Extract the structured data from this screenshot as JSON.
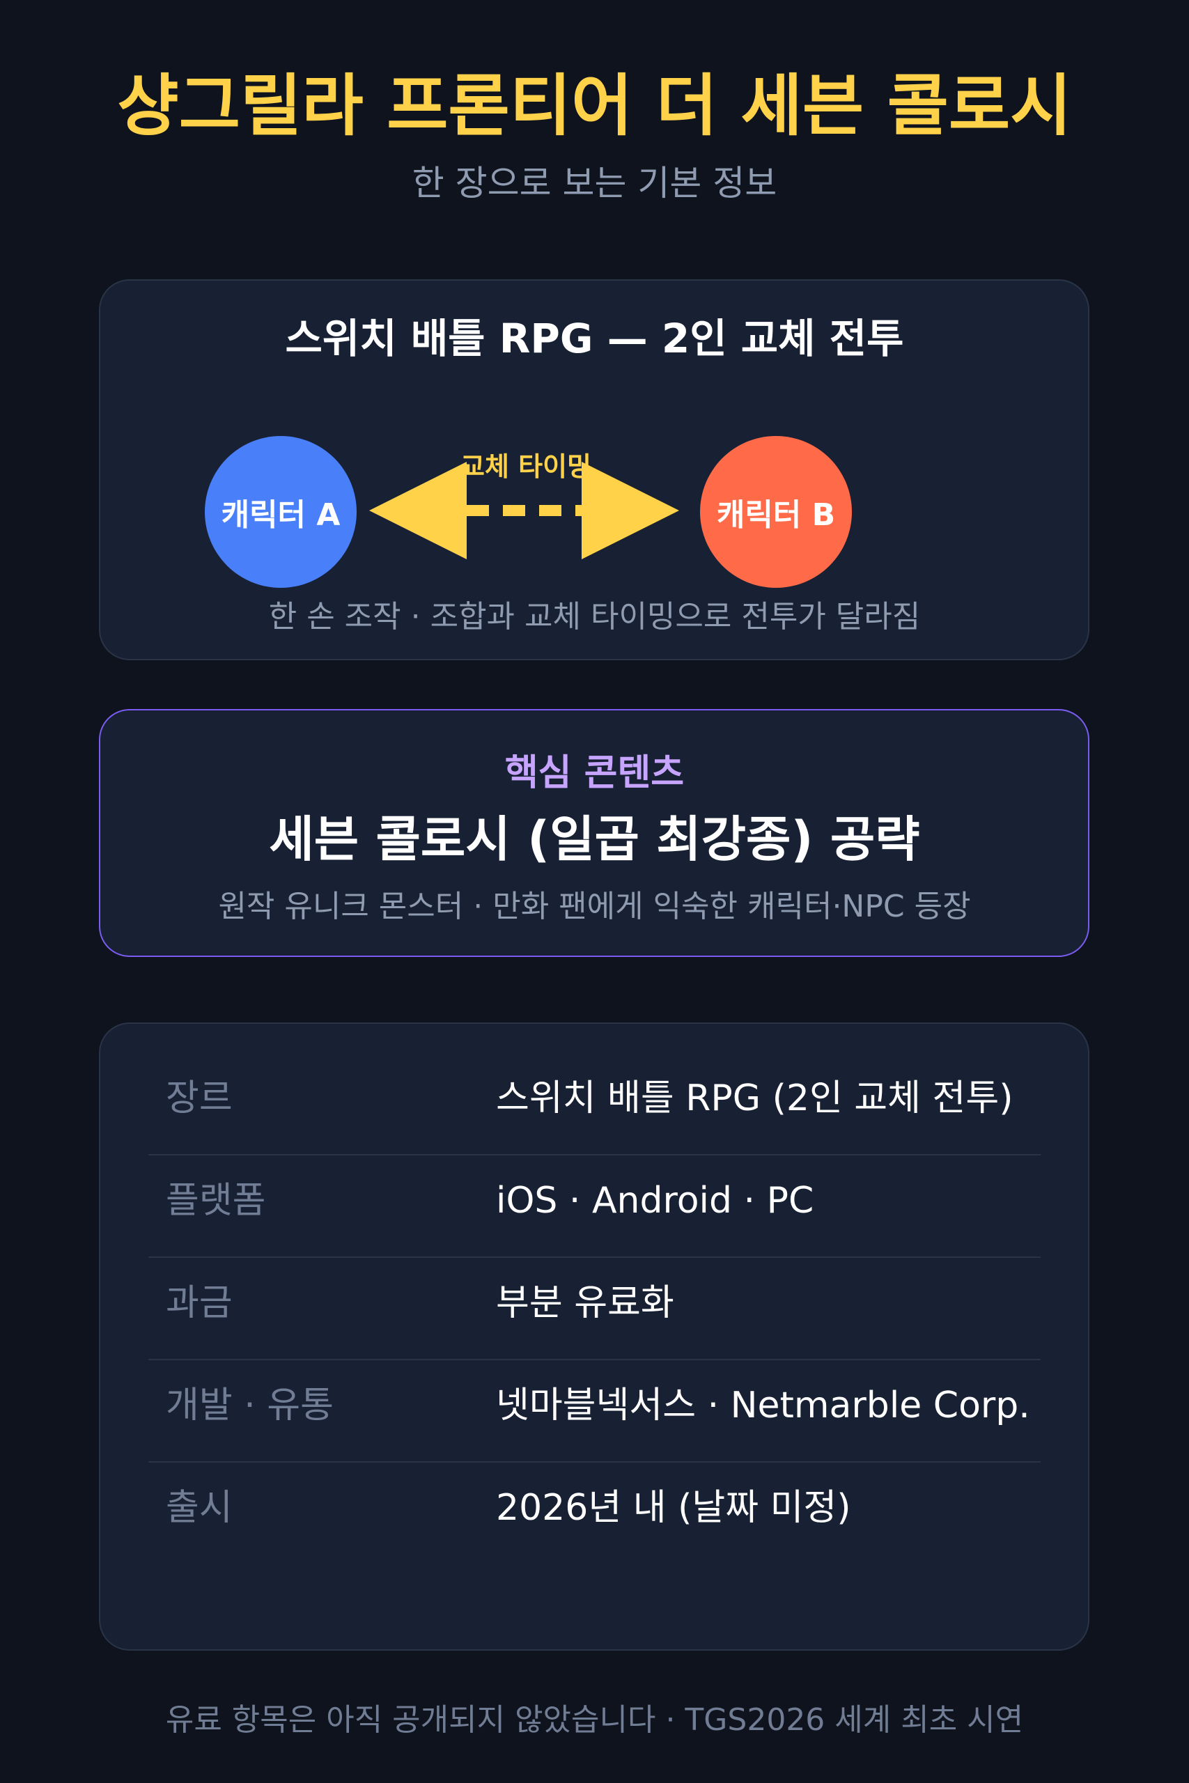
{
  "header": {
    "title": "샹그릴라 프론티어 더 세븐 콜로시",
    "subtitle": "한 장으로 보는 기본 정보"
  },
  "battle": {
    "title": "스위치 배틀 RPG — 2인 교체 전투",
    "char_a": "캐릭터 A",
    "char_b": "캐릭터 B",
    "swap_label": "교체 타이밍",
    "description": "한 손 조작 · 조합과 교체 타이밍으로 전투가 달라짐"
  },
  "core": {
    "label": "핵심 콘텐츠",
    "title": "세븐 콜로시 (일곱 최강종) 공략",
    "description": "원작 유니크 몬스터 · 만화 팬에게 익숙한 캐릭터·NPC 등장"
  },
  "info": {
    "rows": [
      {
        "label": "장르",
        "value": "스위치 배틀 RPG (2인 교체 전투)"
      },
      {
        "label": "플랫폼",
        "value": "iOS · Android · PC"
      },
      {
        "label": "과금",
        "value": "부분 유료화"
      },
      {
        "label": "개발 · 유통",
        "value": "넷마블넥서스 · Netmarble Corp."
      },
      {
        "label": "출시",
        "value": "2026년 내 (날짜 미정)"
      }
    ]
  },
  "footer": {
    "note": "유료 항목은 아직 공개되지 않았습니다 · TGS2026 세계 최초 시연"
  },
  "colors": {
    "background": "#0e131d",
    "card": "#182133",
    "accent_yellow": "#ffd24a",
    "accent_purple": "#7a5cf0",
    "char_a": "#4a7ffa",
    "char_b": "#ff6a48"
  },
  "icons": {
    "swap": "double-arrow-icon"
  }
}
